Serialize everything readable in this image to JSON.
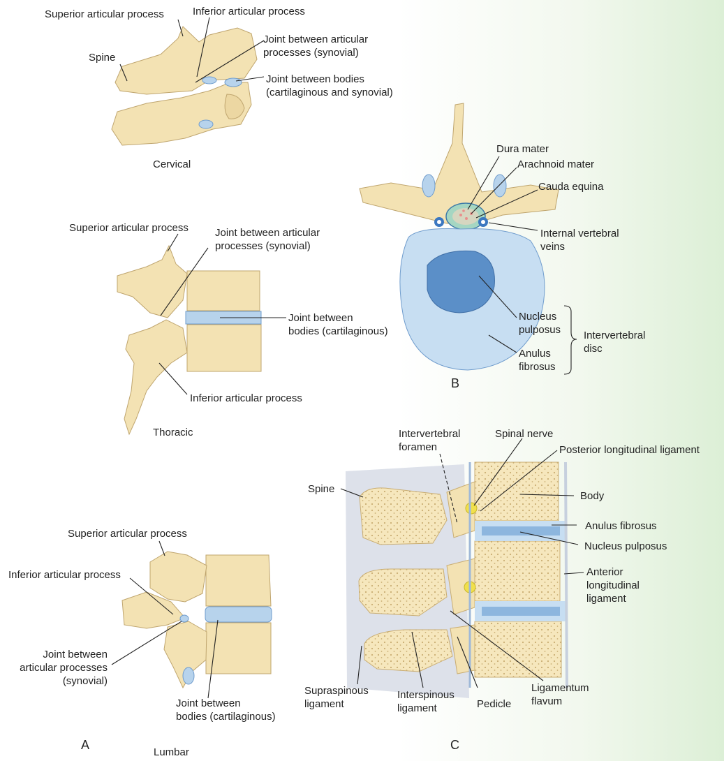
{
  "panel_a": {
    "letter": "A",
    "cervical": {
      "title": "Cervical",
      "superior_articular_process": "Superior articular process",
      "inferior_articular_process": "Inferior articular process",
      "spine": "Spine",
      "joint_articular": "Joint between articular\nprocesses (synovial)",
      "joint_bodies": "Joint between bodies\n(cartilaginous and synovial)"
    },
    "thoracic": {
      "title": "Thoracic",
      "superior_articular_process": "Superior articular process",
      "joint_articular": "Joint between articular\nprocesses (synovial)",
      "joint_bodies": "Joint between\nbodies (cartilaginous)",
      "inferior_articular_process": "Inferior articular process"
    },
    "lumbar": {
      "title": "Lumbar",
      "superior_articular_process": "Superior articular process",
      "inferior_articular_process": "Inferior articular process",
      "joint_articular": "Joint between\narticular processes\n(synovial)",
      "joint_bodies": "Joint between\nbodies (cartilaginous)"
    }
  },
  "panel_b": {
    "letter": "B",
    "dura_mater": "Dura mater",
    "arachnoid_mater": "Arachnoid mater",
    "cauda_equina": "Cauda equina",
    "internal_vertebral_veins": "Internal vertebral\nveins",
    "nucleus_pulposus": "Nucleus\npulposus",
    "anulus_fibrosus": "Anulus\nfibrosus",
    "intervertebral_disc": "Intervertebral\ndisc"
  },
  "panel_c": {
    "letter": "C",
    "intervertebral_foramen": "Intervertebral\nforamen",
    "spinal_nerve": "Spinal nerve",
    "posterior_longitudinal_ligament": "Posterior longitudinal ligament",
    "spine": "Spine",
    "body": "Body",
    "anulus_fibrosus": "Anulus fibrosus",
    "nucleus_pulposus": "Nucleus pulposus",
    "anterior_longitudinal_ligament": "Anterior\nlongitudinal\nligament",
    "supraspinous_ligament": "Supraspinous\nligament",
    "interspinous_ligament": "Interspinous\nligament",
    "pedicle": "Pedicle",
    "ligamentum_flavum": "Ligamentum\nflavum"
  },
  "colors": {
    "bone": "#f3e2b3",
    "bone_shadow": "#d9c18a",
    "disc": "#b7d3ec",
    "disc_dark": "#6f9ccd",
    "nerve": "#f1e04c",
    "ligament": "#dde1ea"
  }
}
